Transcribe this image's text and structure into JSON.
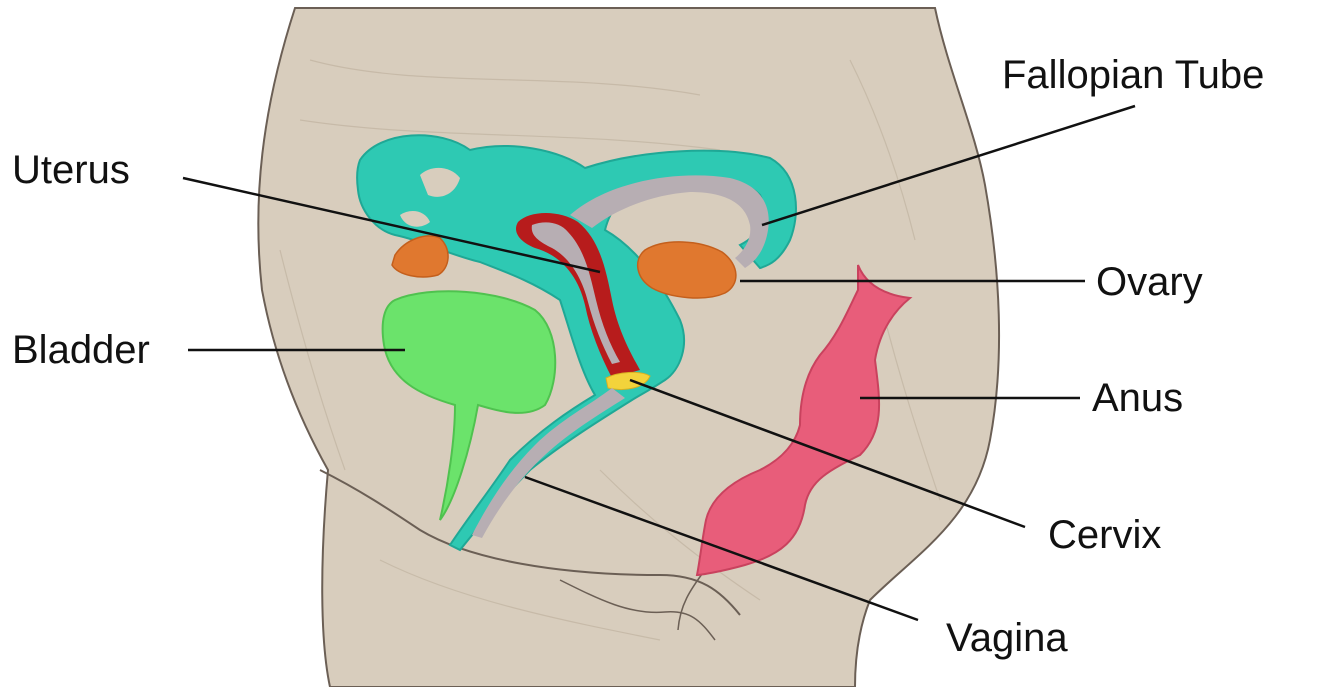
{
  "labels": {
    "fallopian_tube": "Fallopian Tube",
    "uterus": "Uterus",
    "ovary": "Ovary",
    "bladder": "Bladder",
    "anus": "Anus",
    "cervix": "Cervix",
    "vagina": "Vagina"
  },
  "colors": {
    "background": "#ffffff",
    "body": "#d8cdbd",
    "body_outline": "#6b5f55",
    "uterus_wall": "#2ec9b3",
    "uterus_lining": "#b71c1c",
    "cavity": "#b7aeb3",
    "ovary": "#e0782f",
    "bladder": "#6be36b",
    "anus": "#e85d7a",
    "cervix_mark": "#f3d33b",
    "leader_line": "#111111"
  }
}
